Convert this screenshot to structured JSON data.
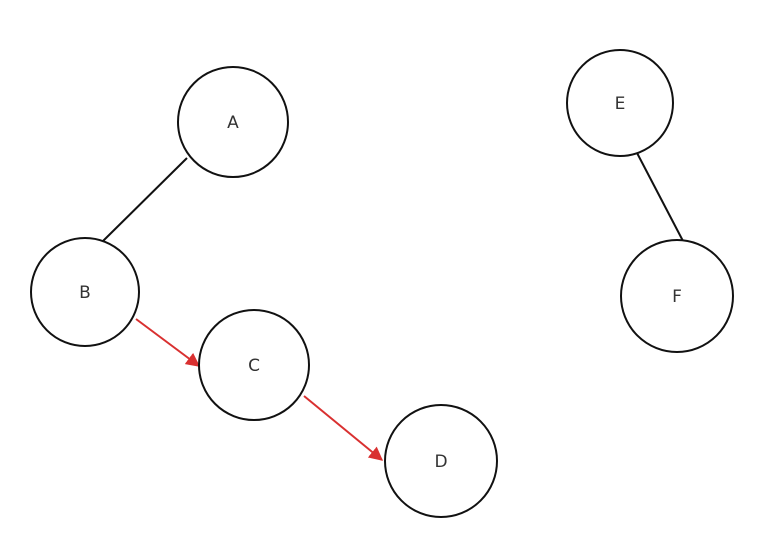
{
  "diagram": {
    "nodes": [
      {
        "id": "A",
        "label": "A"
      },
      {
        "id": "B",
        "label": "B"
      },
      {
        "id": "C",
        "label": "C"
      },
      {
        "id": "D",
        "label": "D"
      },
      {
        "id": "E",
        "label": "E"
      },
      {
        "id": "F",
        "label": "F"
      }
    ],
    "edges": [
      {
        "from": "A",
        "to": "B",
        "directed": false,
        "color": "#111111"
      },
      {
        "from": "B",
        "to": "C",
        "directed": true,
        "color": "#d93030"
      },
      {
        "from": "C",
        "to": "D",
        "directed": true,
        "color": "#d93030"
      },
      {
        "from": "E",
        "to": "F",
        "directed": false,
        "color": "#111111"
      }
    ]
  }
}
